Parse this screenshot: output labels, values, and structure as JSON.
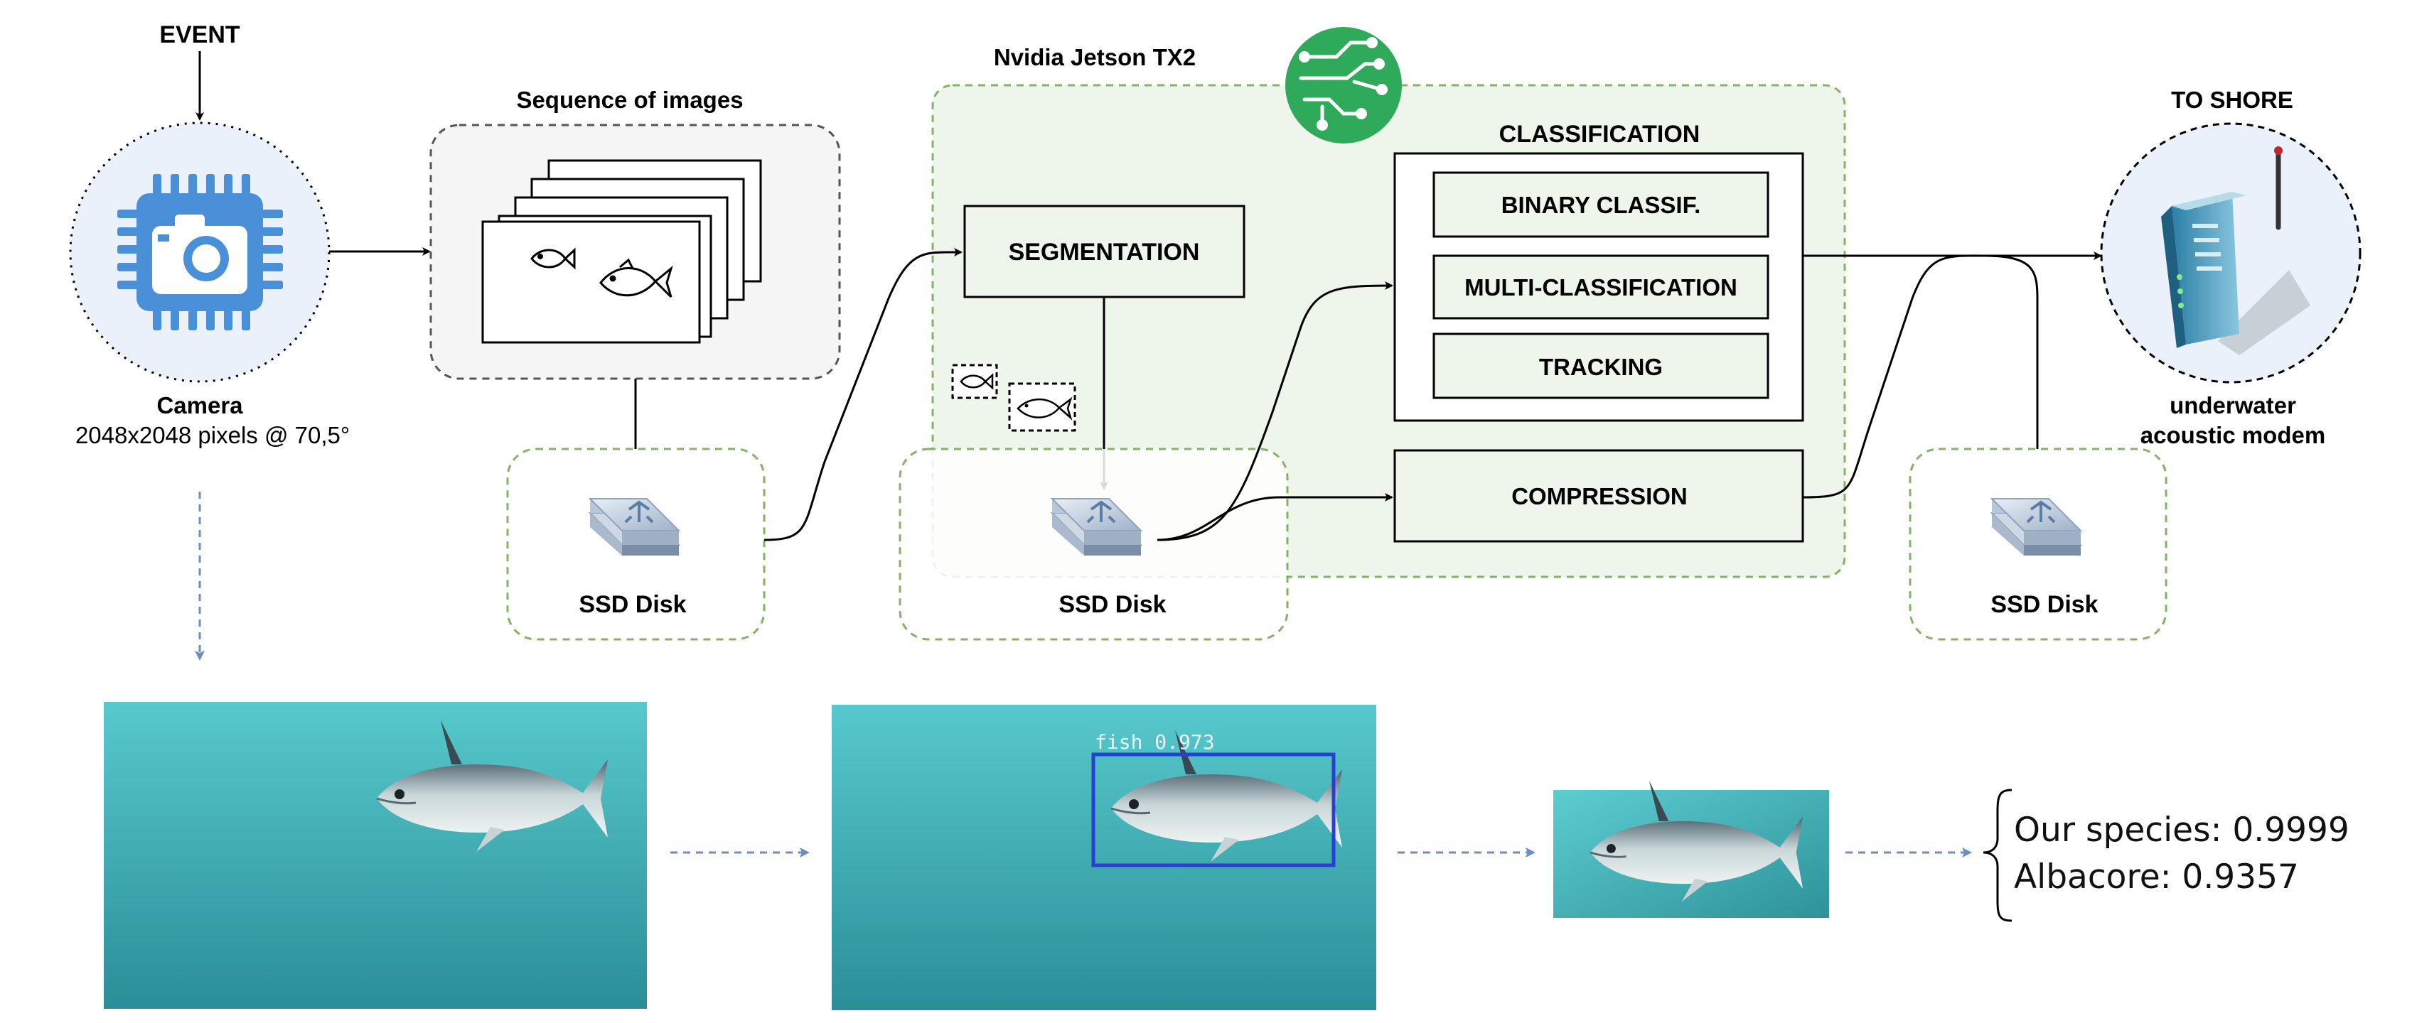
{
  "camera": {
    "event_label": "EVENT",
    "name": "Camera",
    "specs": "2048x2048 pixels @ 70,5°"
  },
  "sequence": {
    "title": "Sequence of images"
  },
  "jetson": {
    "title": "Nvidia Jetson TX2"
  },
  "processing": {
    "segmentation": "SEGMENTATION",
    "classification_title": "CLASSIFICATION",
    "binary": "BINARY CLASSIF.",
    "multi": "MULTI-CLASSIFICATION",
    "tracking": "TRACKING",
    "compression": "COMPRESSION"
  },
  "storage": {
    "ssd1": "SSD Disk",
    "ssd2": "SSD Disk",
    "ssd3": "SSD Disk"
  },
  "shore": {
    "title": "TO SHORE",
    "modem_line1": "underwater",
    "modem_line2": "acoustic modem"
  },
  "detection": {
    "label": "fish 0.973"
  },
  "results": {
    "line1": "Our species: 0.9999",
    "line2": "Albacore: 0.9357"
  },
  "colors": {
    "green_dash": "#82b366",
    "green_fill": "#eef5ea",
    "gray_fill": "#f5f5f5",
    "blue_dash": "#6c8ebf",
    "chip_blue": "#4a90d9",
    "jetson_green": "#2eaa5a",
    "water_top": "#4fc4c8",
    "water_bottom": "#2a8d97",
    "bbox_blue": "#2a3fd1"
  }
}
